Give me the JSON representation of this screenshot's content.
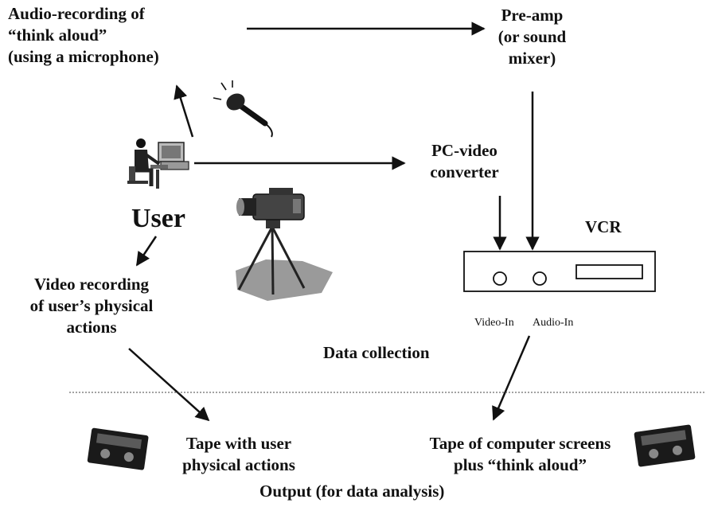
{
  "nodes": {
    "audio_recording": [
      "Audio-recording of",
      "“think aloud”",
      "(using a microphone)"
    ],
    "preamp": [
      "Pre-amp",
      "(or sound",
      "mixer)"
    ],
    "pc_video": [
      "PC-video",
      "converter"
    ],
    "vcr": "VCR",
    "user": "User",
    "video_recording": [
      "Video recording",
      "of user’s physical",
      "actions"
    ],
    "tape_user": [
      "Tape with user",
      "physical actions"
    ],
    "tape_screens": [
      "Tape of computer screens",
      "plus “think aloud”"
    ]
  },
  "vcr_inputs": {
    "video_in": "Video-In",
    "audio_in": "Audio-In"
  },
  "sections": {
    "data_collection": "Data collection",
    "output": "Output (for data analysis)"
  },
  "icons": [
    "user-at-computer-icon",
    "microphone-icon",
    "video-camera-on-tripod-icon",
    "vcr-device-icon",
    "videotape-icon"
  ]
}
